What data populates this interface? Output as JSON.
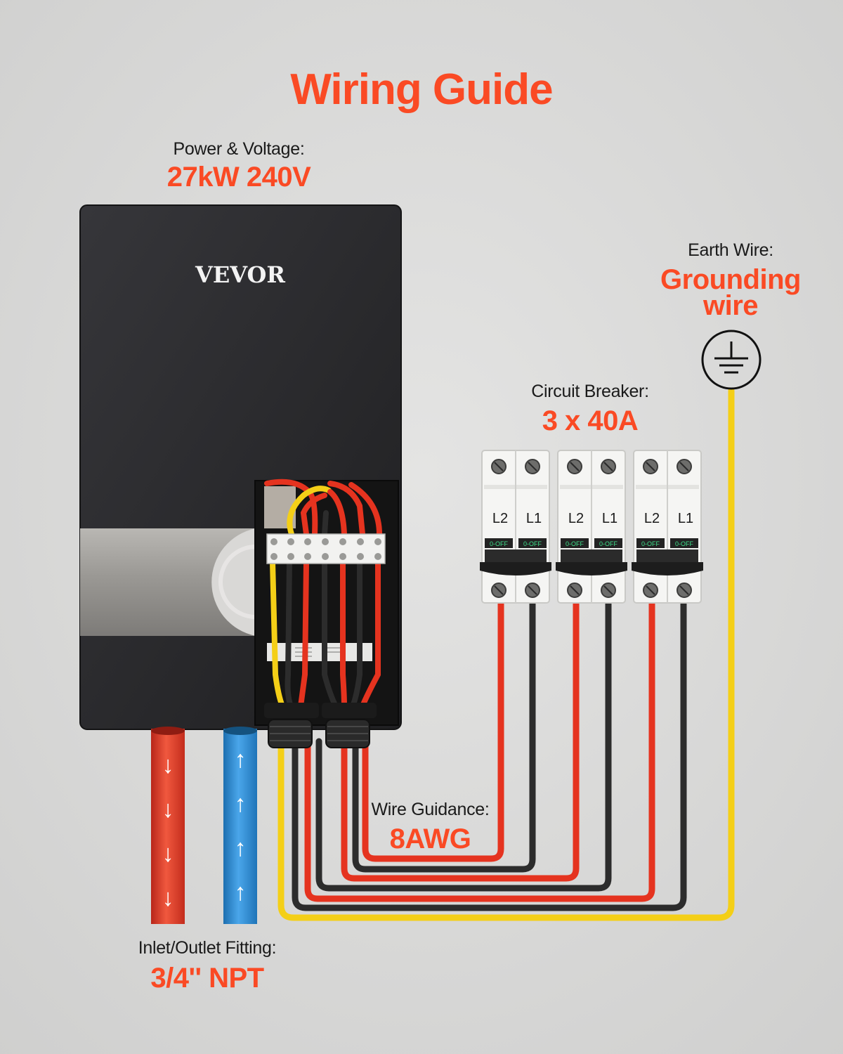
{
  "title": "Wiring Guide",
  "brand": "VEVOR",
  "colors": {
    "accent": "#fa4a24",
    "background": "#dcdcdb",
    "wire_red": "#e5331f",
    "wire_black": "#2c2c2c",
    "wire_yellow": "#f4cf17",
    "pipe_blue": "#2e8fd6",
    "heater_body": "#2a2a2c"
  },
  "specs": {
    "power": {
      "label": "Power & Voltage:",
      "value": "27kW 240V"
    },
    "earth": {
      "label": "Earth Wire:",
      "value_line1": "Grounding",
      "value_line2": "wire",
      "icon": "ground-symbol-icon"
    },
    "breaker": {
      "label": "Circuit Breaker:",
      "value": "3 x 40A"
    },
    "wire": {
      "label": "Wire Guidance:",
      "value": "8AWG"
    },
    "fitting": {
      "label": "Inlet/Outlet Fitting:",
      "value": "3/4'' NPT"
    }
  },
  "breakers": [
    {
      "left_label": "L2",
      "right_label": "L1",
      "switch_text": "0-OFF"
    },
    {
      "left_label": "L2",
      "right_label": "L1",
      "switch_text": "0-OFF"
    },
    {
      "left_label": "L2",
      "right_label": "L1",
      "switch_text": "0-OFF"
    }
  ],
  "pipes": {
    "outlet": {
      "color": "red",
      "direction": "down",
      "arrow": "↓"
    },
    "inlet": {
      "color": "blue",
      "direction": "up",
      "arrow": "↑"
    }
  }
}
